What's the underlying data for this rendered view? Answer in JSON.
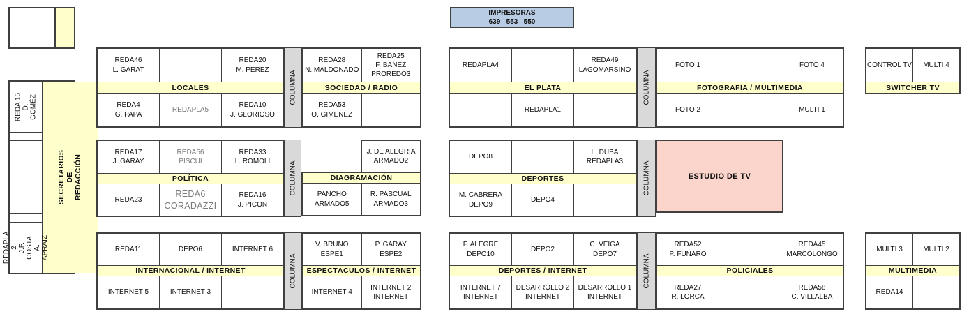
{
  "colors": {
    "header_yellow": "#ffffcc",
    "column_gray": "#d9d9d9",
    "printers_blue": "#b8cce4",
    "studio_pink": "#fbd5cb",
    "border": "#404040",
    "gray_text": "#7a7a7a"
  },
  "printers_box": {
    "title": "IMPRESORAS",
    "numbers": "639   553   550"
  },
  "sidebar": {
    "cell_top": "REDA 15\nD. GOMÉZ",
    "cell_bottom": "REDAPLA 2\nJ.P. COSTA\nA. APRAIZ",
    "strip_label": "SECRETARIOS DE REDACCIÓN"
  },
  "column_label": "COLUMNA",
  "estudio_label": "ESTUDIO DE TV",
  "blocks": {
    "locales": {
      "header": "LOCALES",
      "top": [
        "REDA46\nL. GARAT",
        "",
        "REDA20\nM. PEREZ"
      ],
      "bottom": [
        "REDA4\nG. PAPA",
        "REDAPLA5",
        "REDA10\nJ. GLORIOSO"
      ]
    },
    "sociedad_radio": {
      "header": "SOCIEDAD / RADIO",
      "top": [
        "REDA28\nN. MALDONADO",
        "REDA25\nF. BAÑEZ\nPROREDO3"
      ],
      "bottom": [
        "REDA53\nO. GIMENEZ",
        ""
      ]
    },
    "el_plata": {
      "header": "EL PLATA",
      "top": [
        "REDAPLA4",
        "",
        "REDA49\nLAGOMARSINO"
      ],
      "bottom": [
        "",
        "REDAPLA1",
        ""
      ]
    },
    "fotografia_multimedia": {
      "header": "FOTOGRAFÍA / MULTIMEDIA",
      "top": [
        "FOTO 1",
        "",
        "FOTO 4"
      ],
      "bottom": [
        "FOTO 2",
        "",
        "MULTI 1"
      ]
    },
    "switcher_tv": {
      "header": "SWITCHER TV",
      "top": [
        "CONTROL TV",
        "MULTI 4"
      ]
    },
    "politica": {
      "header": "POLÍTICA",
      "top": [
        "REDA17\nJ. GARAY",
        "REDA56\nPISCUI",
        "REDA33\nL. ROMOLI"
      ],
      "bottom": [
        "REDA23",
        "REDA6\nCORADAZZI",
        "REDA16\nJ. PICON"
      ]
    },
    "diagramacion": {
      "header": "DIAGRAMACIÓN",
      "top": [
        "",
        "J. DE ALEGRIA\nARMADO2"
      ],
      "bottom": [
        "PANCHO\nARMADO5",
        "R. PASCUAL\nARMADO3"
      ]
    },
    "deportes": {
      "header": "DEPORTES",
      "top": [
        "DEPO8",
        "",
        "L. DUBA\nREDAPLA3"
      ],
      "bottom": [
        "M. CABRERA\nDEPO9",
        "DEPO4",
        ""
      ]
    },
    "internacional_internet": {
      "header": "INTERNACIONAL / INTERNET",
      "top": [
        "REDA11",
        "DEPO6",
        "INTERNET 6"
      ],
      "bottom": [
        "INTERNET 5",
        "INTERNET 3",
        ""
      ]
    },
    "espectaculos_internet": {
      "header": "ESPECTÁCULOS / INTERNET",
      "top": [
        "V. BRUNO\nESPE1",
        "P. GARAY\nESPE2"
      ],
      "bottom": [
        "INTERNET 4",
        "INTERNET 2\nINTERNET"
      ]
    },
    "deportes_internet": {
      "header": "DEPORTES / INTERNET",
      "top": [
        "F. ALEGRE\nDEPO10",
        "DEPO2",
        "C. VEIGA\nDEPO7"
      ],
      "bottom": [
        "INTERNET 7\nINTERNET",
        "DESARROLLO 2\nINTERNET",
        "DESARROLLO 1\nINTERNET"
      ]
    },
    "policiales": {
      "header": "POLICIALES",
      "top": [
        "REDA52\nP. FUNARO",
        "",
        "REDA45\nMARCOLONGO"
      ],
      "bottom": [
        "REDA27\nR. LORCA",
        "",
        "REDA58\nC. VILLALBA"
      ]
    },
    "multimedia": {
      "header": "MULTIMEDIA",
      "top": [
        "MULTI 3",
        "MULTI 2"
      ],
      "bottom": [
        "REDA14",
        ""
      ]
    }
  }
}
